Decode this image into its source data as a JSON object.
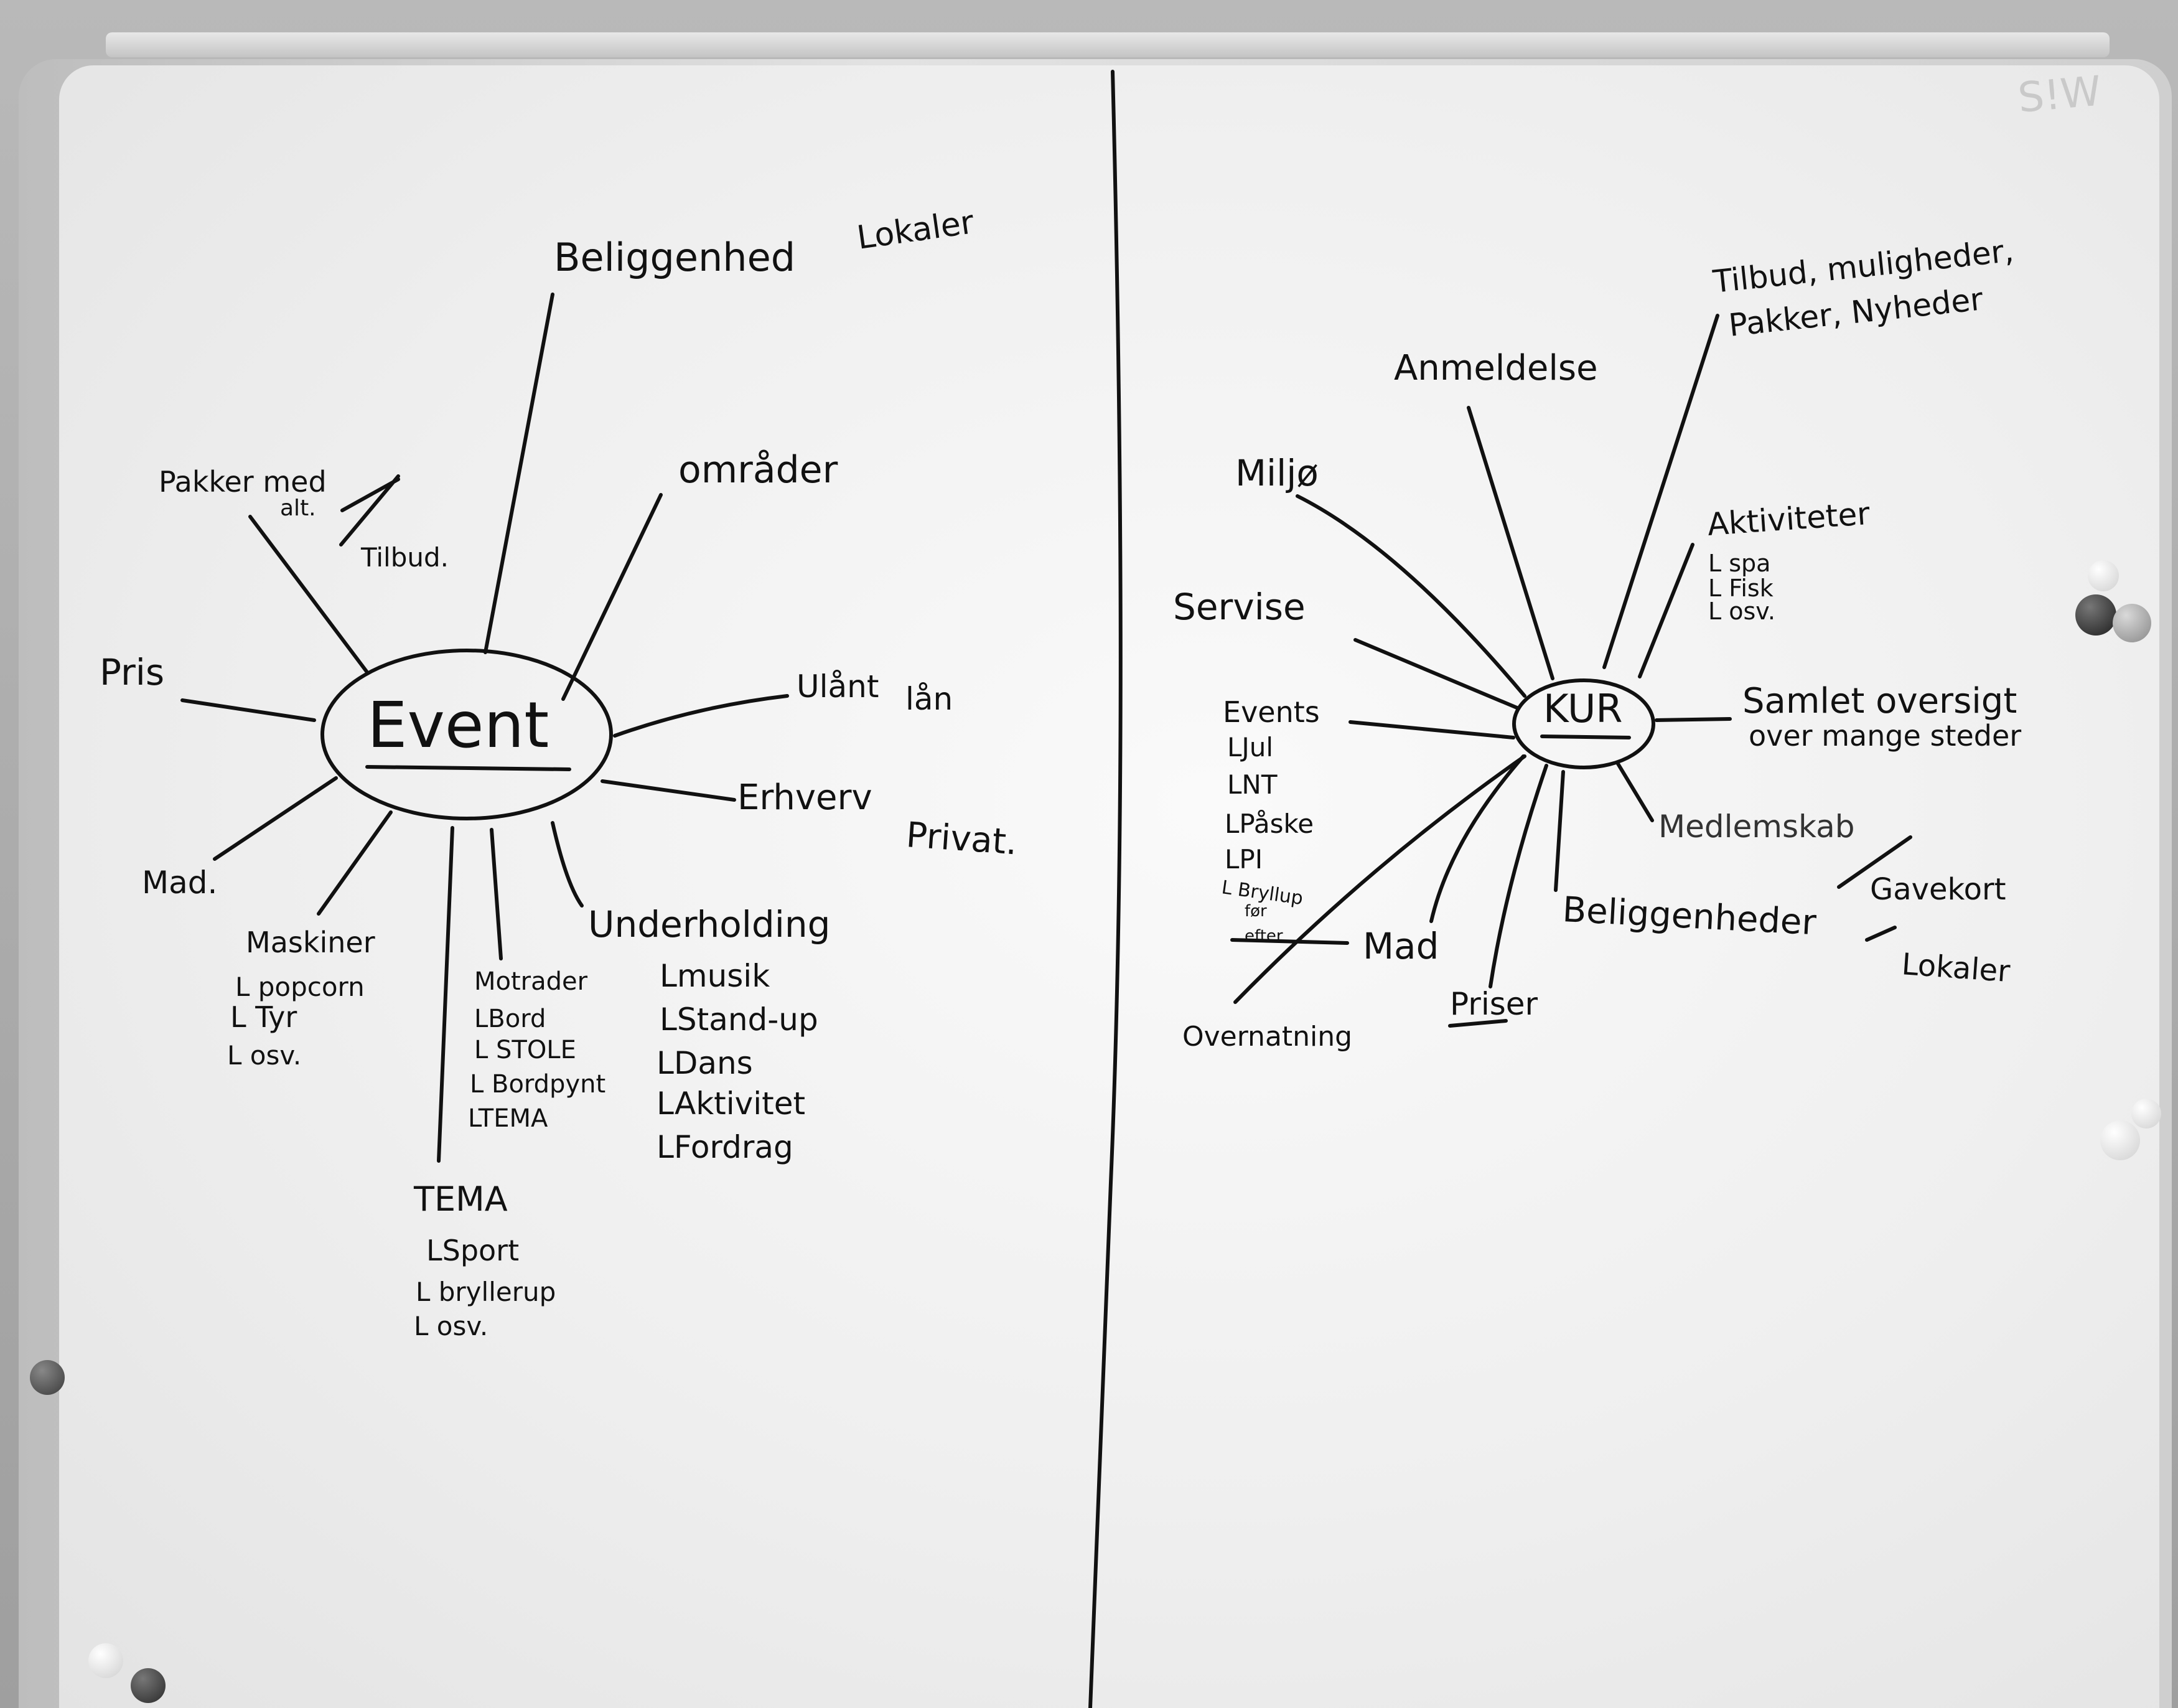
{
  "event_map": {
    "center": "Event",
    "branches": {
      "beliggenhed": "Beliggenhed",
      "lokaler": "Lokaler",
      "omrader": "områder",
      "pakker_line1": "Pakker med",
      "pakker_line2": "alt.",
      "tilbud": "Tilbud.",
      "pris": "Pris",
      "ulant": "Ulånt",
      "lan": "lån",
      "erhverv": "Erhverv",
      "privat": "Privat.",
      "mad": "Mad.",
      "maskiner": "Maskiner",
      "maskiner_items": [
        "L popcorn",
        "L Tyr",
        "L osv."
      ],
      "motrader": "Motrader",
      "motrader_items": [
        "LBord",
        "L STOLE",
        "L Bordpynt",
        "LTEMA"
      ],
      "underholding": "Underholding",
      "underholding_items": [
        "Lmusik",
        "LStand-up",
        "LDans",
        "LAktivitet",
        "LFordrag"
      ],
      "tema": "TEMA",
      "tema_items": [
        "LSport",
        "L bryllerup",
        "L osv."
      ]
    }
  },
  "kur_map": {
    "center": "KUR",
    "branches": {
      "tilbud_line1": "Tilbud, muligheder,",
      "tilbud_line2": "Pakker, Nyheder",
      "anmeldelse": "Anmeldelse",
      "miljo": "Miljø",
      "aktiviteter": "Aktiviteter",
      "aktiviteter_items": [
        "L spa",
        "L Fisk",
        "L osv."
      ],
      "servise": "Servise",
      "samlet_line1": "Samlet oversigt",
      "samlet_line2": "over mange steder",
      "events": "Events",
      "events_items": [
        "LJul",
        "LNT",
        "LPåske",
        "LPI",
        "L Bryllup",
        "før",
        "efter"
      ],
      "medlemskab": "Medlemskab",
      "gavekort": "Gavekort",
      "beliggenheder": "Beliggenheder",
      "lokaler": "Lokaler",
      "mad": "Mad",
      "priser": "Priser",
      "overnatning": "Overnatning"
    }
  },
  "corner_mark": "S!W",
  "colors": {
    "ink": "#111111",
    "board": "#f5f5f5",
    "frame": "#cfcfcf"
  }
}
